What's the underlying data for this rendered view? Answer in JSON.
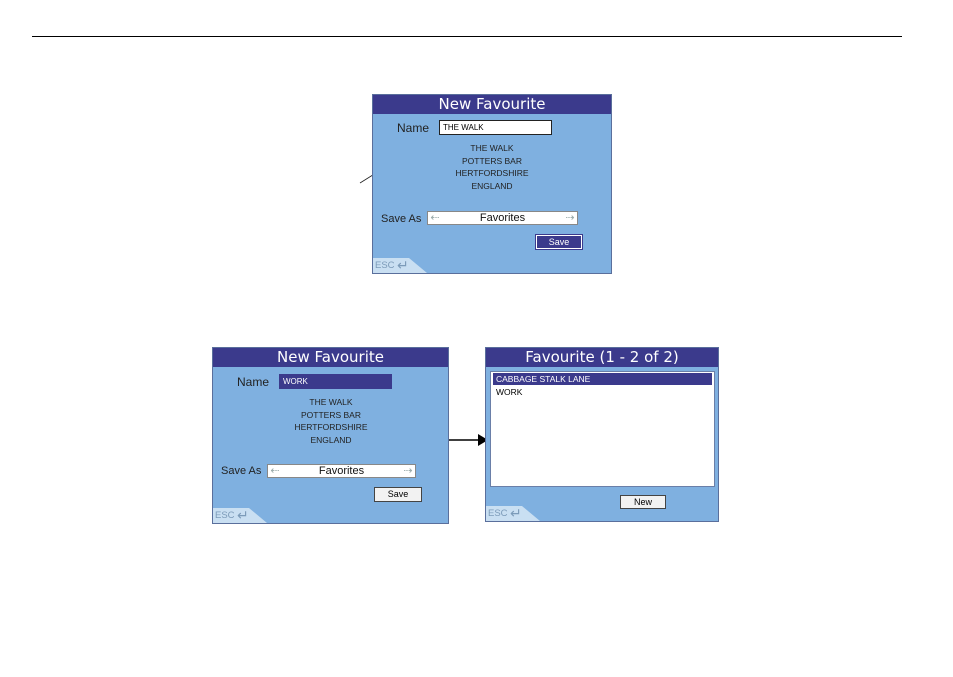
{
  "top_window": {
    "title": "New Favourite",
    "name_label": "Name",
    "name_value": "THE WALK",
    "address_lines": [
      "THE WALK",
      "POTTERS BAR",
      "HERTFORDSHIRE",
      "ENGLAND"
    ],
    "save_as_label": "Save As",
    "save_as_value": "Favorites",
    "save_button": "Save",
    "esc_label": "ESC"
  },
  "bottom_left_window": {
    "title": "New Favourite",
    "name_label": "Name",
    "name_value": "WORK",
    "address_lines": [
      "THE WALK",
      "POTTERS BAR",
      "HERTFORDSHIRE",
      "ENGLAND"
    ],
    "save_as_label": "Save As",
    "save_as_value": "Favorites",
    "save_button": "Save",
    "esc_label": "ESC"
  },
  "bottom_right_window": {
    "title": "Favourite (1 - 2 of 2)",
    "items": [
      "CABBAGE STALK LANE",
      "WORK"
    ],
    "new_button": "New",
    "esc_label": "ESC"
  },
  "colors": {
    "titlebar": "#3b3a8c",
    "window_bg": "#7fb0e0",
    "selection": "#3b3a8c"
  },
  "icons": {
    "select_left": "arrow-left-icon",
    "select_right": "arrow-right-icon",
    "esc": "return-arrow-icon"
  }
}
